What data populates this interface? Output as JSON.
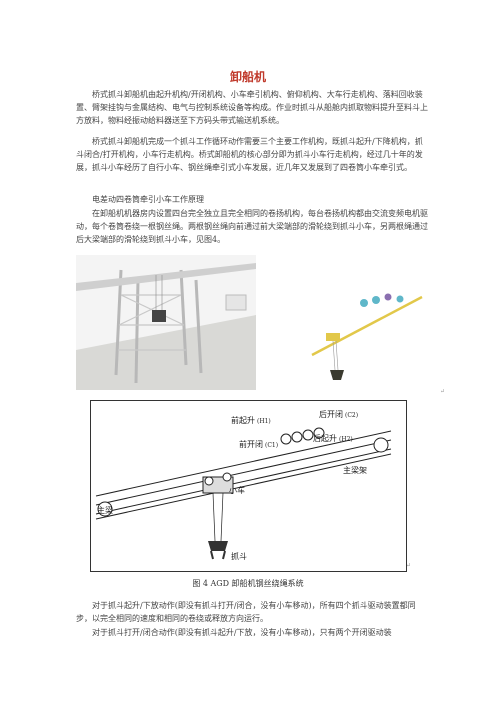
{
  "title": "卸船机",
  "paragraphs": [
    "桥式抓斗卸船机由起升机构/开闭机构、小车牵引机构、俯仰机构、大车行走机构、落料回收装置、臂架挂钩与金属结构、电气与控制系统设备等构成。作业时抓斗从船舱内抓取物料提升至料斗上方放料，物料经振动给料器送至下方码头带式输送机系统。",
    "桥式抓斗卸船机完成一个抓斗工作循环动作需要三个主要工作机构，既抓斗起升/下降机构，抓斗闭合/打开机构，小车行走机构。桥式卸船机的核心部分即为抓斗小车行走机构，经过几十年的发展，抓斗小车经历了自行小车、钢丝绳牵引式小车发展，近几年又发展到了四卷筒小车牵引式。",
    "电差动四卷筒牵引小车工作原理",
    "在卸船机机器房内设置四台完全独立且完全相同的卷扬机构，每台卷扬机构都由交流变频电机驱动，每个卷筒卷绕一根钢丝绳。两根钢丝绳向前通过前大梁端部的滑轮绕到抓斗小车，另两根绳通过后大梁端部的滑轮绕到抓斗小车，见图4。",
    "对于抓斗起升/下放动作(即没有抓斗打开/闭合，没有小车移动)，所有四个抓斗驱动装置都同步，以完全相同的速度和相同的卷绕或释放方向运行。",
    "对于抓斗打开/闭合动作(即没有抓斗起升/下放，没有小车移动)，只有两个开闭驱动装"
  ],
  "diagram": {
    "labels": {
      "front_hoist": "前起升",
      "front_hoist_code": "(H1)",
      "rear_close": "后开闭",
      "rear_close_code": "(C2)",
      "rear_hoist": "后起升",
      "rear_hoist_code": "(H2)",
      "front_close": "前开闭",
      "front_close_code": "(C1)",
      "main_girder_frame": "主梁架",
      "trolley": "小车",
      "main_girder": "主梁",
      "grab": "抓斗"
    },
    "caption": "图 4 AGD 卸船机钢丝绕绳系统"
  },
  "marks": {
    "m1": "↵",
    "m2": "↵"
  }
}
